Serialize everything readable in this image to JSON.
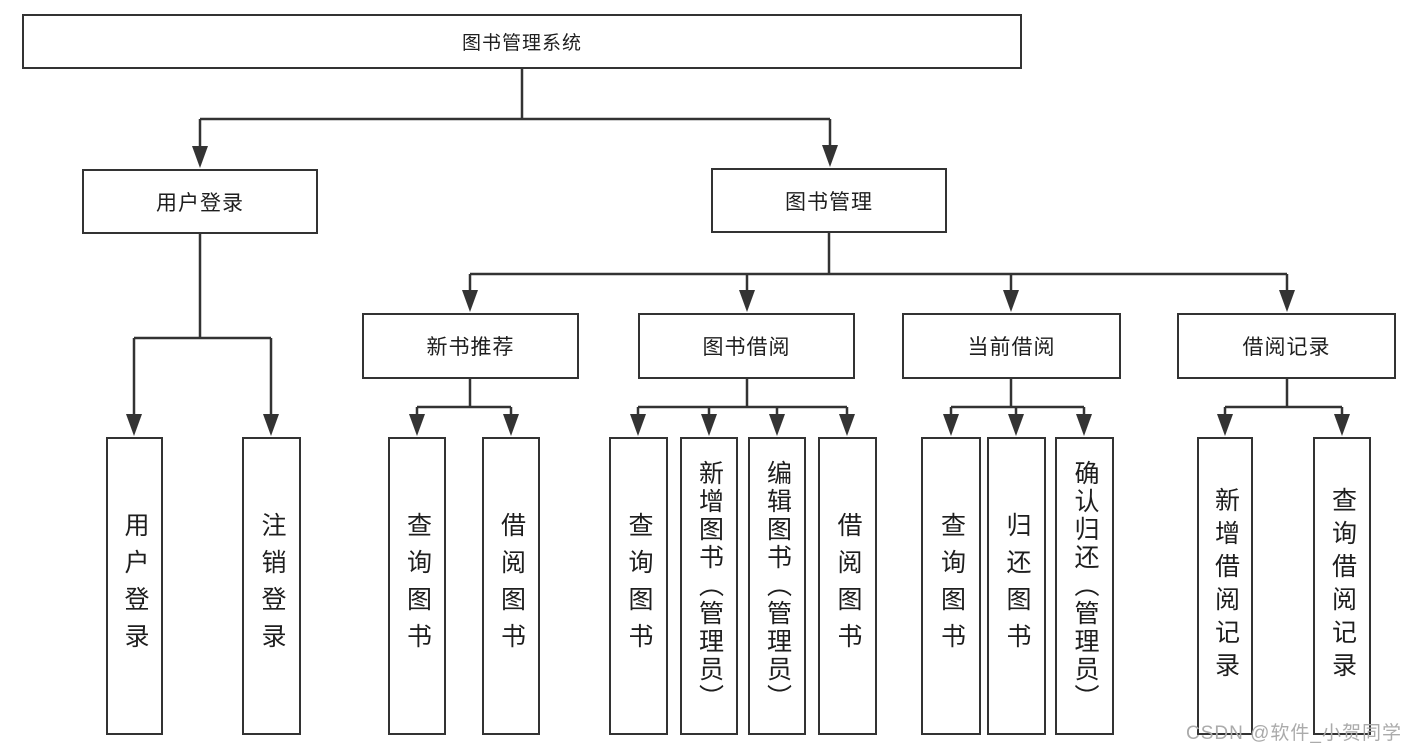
{
  "title": "图书管理系统",
  "nodes": {
    "root": {
      "label": "图书管理系统"
    },
    "user_login": {
      "label": "用户登录"
    },
    "book_management": {
      "label": "图书管理"
    },
    "new_book_recommend": {
      "label": "新书推荐"
    },
    "book_borrow": {
      "label": "图书借阅"
    },
    "current_borrow": {
      "label": "当前借阅"
    },
    "borrow_records": {
      "label": "借阅记录"
    },
    "leaf_user_login": {
      "label": "用户登录"
    },
    "leaf_logout_login": {
      "label": "注销登录"
    },
    "leaf_query_books_a": {
      "label": "查询图书"
    },
    "leaf_borrow_books_a": {
      "label": "借阅图书"
    },
    "leaf_query_books_b": {
      "label": "查询图书"
    },
    "leaf_add_books": {
      "label": "新增图书（管理员）"
    },
    "leaf_edit_books": {
      "label": "编辑图书（管理员）"
    },
    "leaf_borrow_books_b": {
      "label": "借阅图书"
    },
    "leaf_query_books_c": {
      "label": "查询图书"
    },
    "leaf_return_books": {
      "label": "归还图书"
    },
    "leaf_confirm_return": {
      "label": "确认归还（管理员）"
    },
    "leaf_add_borrow_record": {
      "label": "新增借阅记录"
    },
    "leaf_query_borrow_record": {
      "label": "查询借阅记录"
    }
  },
  "hierarchy": {
    "图书管理系统": [
      "用户登录",
      "图书管理"
    ],
    "用户登录": [
      "用户登录",
      "注销登录"
    ],
    "图书管理": [
      "新书推荐",
      "图书借阅",
      "当前借阅",
      "借阅记录"
    ],
    "新书推荐": [
      "查询图书",
      "借阅图书"
    ],
    "图书借阅": [
      "查询图书",
      "新增图书（管理员）",
      "编辑图书（管理员）",
      "借阅图书"
    ],
    "当前借阅": [
      "查询图书",
      "归还图书",
      "确认归还（管理员）"
    ],
    "借阅记录": [
      "新增借阅记录",
      "查询借阅记录"
    ]
  },
  "watermark": {
    "text": "CSDN @软件_小贺同学",
    "color": "#ababab"
  },
  "colors": {
    "line": "#333333",
    "box_border": "#333333",
    "box_fill": "#ffffff",
    "text": "#1e1e1e",
    "background": "#ffffff"
  }
}
